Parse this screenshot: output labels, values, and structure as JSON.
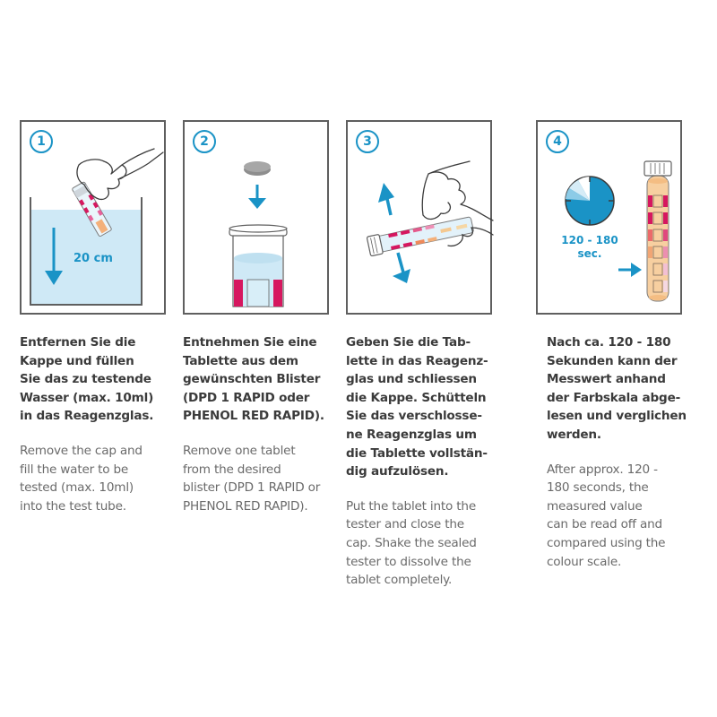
{
  "colors": {
    "accent_blue": "#1a93c6",
    "water_blue": "#cfe9f6",
    "magenta": "#d6175f",
    "tube_orange": "#f7cfa0",
    "frame_gray": "#5f5f5f",
    "text_dark": "#3b3b3b",
    "text_light": "#6a6a6a"
  },
  "steps": [
    {
      "number": "1",
      "illustration": "hand-dipping-tube-into-water",
      "depth_label": "20 cm",
      "de_lines": [
        "Entfernen Sie die",
        "Kappe und füllen",
        "Sie das zu testende",
        "Wasser (max. 10ml)",
        "in das Reagenzglas."
      ],
      "en_lines": [
        "Remove the cap and",
        "fill the water to be",
        "tested (max. 10ml)",
        "into the test tube."
      ]
    },
    {
      "number": "2",
      "illustration": "tablet-dropping-into-tube",
      "de_lines": [
        "Entnehmen Sie eine",
        "Tablette aus dem",
        "gewünschten Blister",
        "(DPD 1 RAPID oder",
        "PHENOL RED RAPID)."
      ],
      "en_lines": [
        "Remove one tablet",
        "from the desired",
        "blister (DPD 1 RAPID or",
        "PHENOL RED RAPID)."
      ]
    },
    {
      "number": "3",
      "illustration": "hand-shaking-tube",
      "de_lines": [
        "Geben Sie die Tab-",
        "lette in das Reagenz-",
        "glas und schliessen",
        "die Kappe. Schütteln",
        "Sie das verschlosse-",
        "ne Reagenzglas um",
        "die Tablette vollstän-",
        "dig aufzulösen."
      ],
      "en_lines": [
        "Put the tablet into the",
        "tester and close the",
        "cap. Shake the sealed",
        "tester to dissolve the",
        "tablet completely."
      ]
    },
    {
      "number": "4",
      "illustration": "timer-and-color-scale-tube",
      "timer_label": "120 - 180",
      "timer_unit": "sec.",
      "de_lines": [
        "Nach ca. 120 - 180",
        "Sekunden kann der",
        "Messwert anhand",
        "der Farbskala abge-",
        "lesen und verglichen",
        "werden."
      ],
      "en_lines": [
        "After approx. 120 -",
        "180 seconds, the",
        "measured value",
        "can be read off and",
        "compared using the",
        "colour scale."
      ]
    }
  ]
}
